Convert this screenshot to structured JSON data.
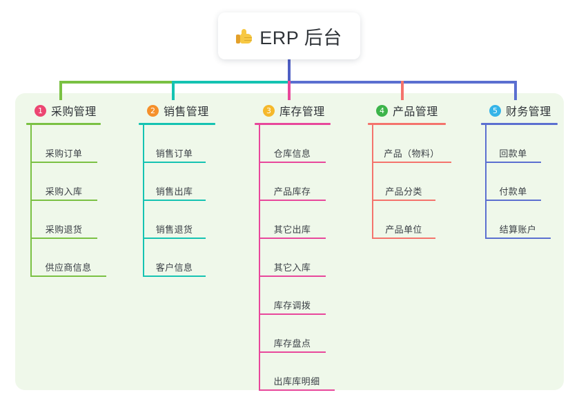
{
  "diagram": {
    "type": "mindmap-tree",
    "root": {
      "label": "ERP 后台",
      "icon": "thumbs-up-icon",
      "emoji": "👍"
    },
    "panel_color": "#eff8ea",
    "background_color": "#ffffff",
    "branches": [
      {
        "index": "1",
        "label": "采购管理",
        "badge_color": "#ec4672",
        "line_color": "#7ac143",
        "children": [
          {
            "label": "采购订单"
          },
          {
            "label": "采购入库"
          },
          {
            "label": "采购退货"
          },
          {
            "label": "供应商信息"
          }
        ]
      },
      {
        "index": "2",
        "label": "销售管理",
        "badge_color": "#f5902b",
        "line_color": "#15c3b2",
        "children": [
          {
            "label": "销售订单"
          },
          {
            "label": "销售出库"
          },
          {
            "label": "销售退货"
          },
          {
            "label": "客户信息"
          }
        ]
      },
      {
        "index": "3",
        "label": "库存管理",
        "badge_color": "#f5b82b",
        "line_color": "#e8479b",
        "children": [
          {
            "label": "仓库信息"
          },
          {
            "label": "产品库存"
          },
          {
            "label": "其它出库"
          },
          {
            "label": "其它入库"
          },
          {
            "label": "库存调拨"
          },
          {
            "label": "库存盘点"
          },
          {
            "label": "出库库明细"
          }
        ]
      },
      {
        "index": "4",
        "label": "产品管理",
        "badge_color": "#3cb44a",
        "line_color": "#f4736c",
        "children": [
          {
            "label": "产品（物料）"
          },
          {
            "label": "产品分类"
          },
          {
            "label": "产品单位"
          }
        ]
      },
      {
        "index": "5",
        "label": "财务管理",
        "badge_color": "#35b4e8",
        "line_color": "#5b6fd0",
        "children": [
          {
            "label": "回款单"
          },
          {
            "label": "付款单"
          },
          {
            "label": "结算账户"
          }
        ]
      }
    ],
    "trunk_color": "#4f5fc4"
  }
}
